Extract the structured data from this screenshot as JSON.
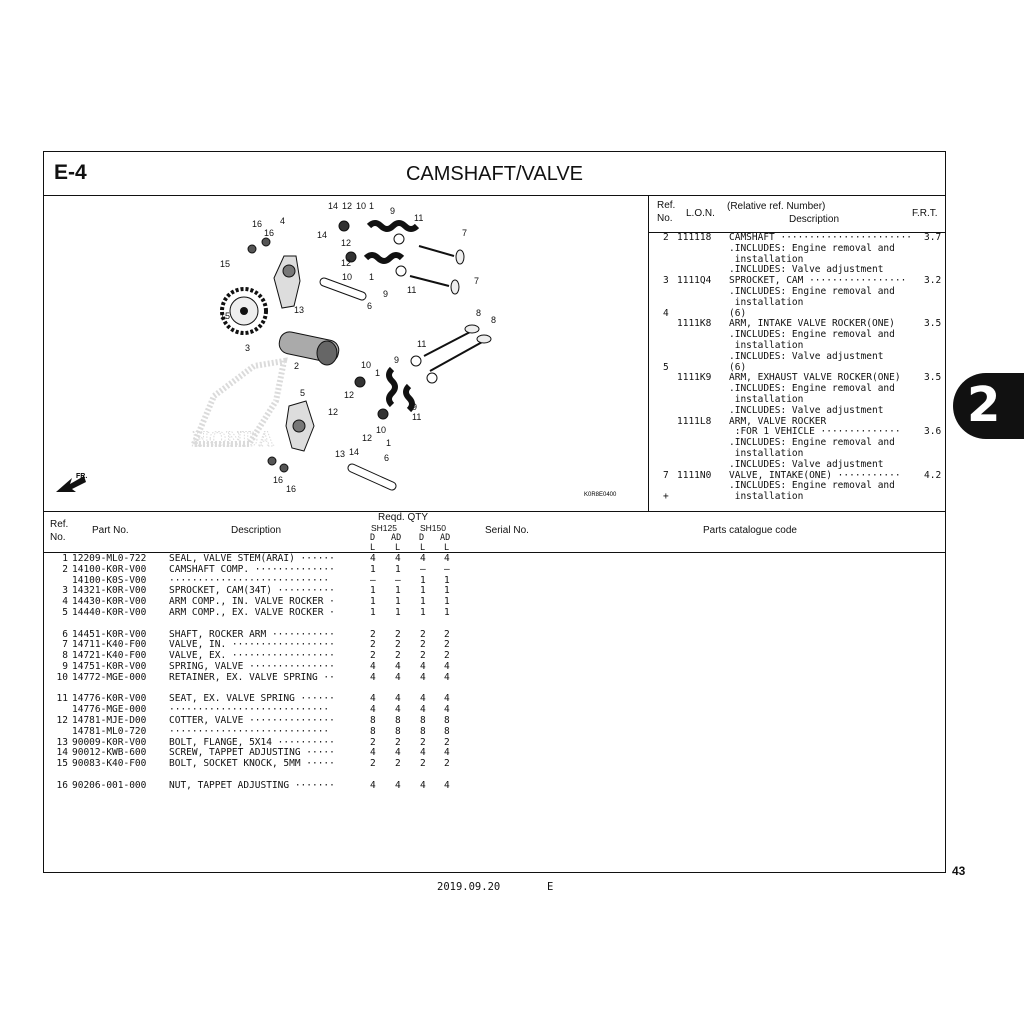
{
  "header": {
    "section": "E-4",
    "title": "CAMSHAFT/VALVE"
  },
  "illustration": {
    "code": "K0R8E0400",
    "direction_label": "FR.",
    "callouts": [
      "14",
      "12",
      "10",
      "1",
      "9",
      "11",
      "7",
      "16",
      "16",
      "4",
      "14",
      "12",
      "12",
      "10",
      "1",
      "9",
      "11",
      "7",
      "15",
      "6",
      "15",
      "13",
      "3",
      "2",
      "8",
      "8",
      "11",
      "9",
      "10",
      "1",
      "12",
      "5",
      "12",
      "9",
      "11",
      "13",
      "14",
      "12",
      "10",
      "1",
      "6",
      "16",
      "16"
    ]
  },
  "lon_table": {
    "headers": {
      "ref": "Ref.",
      "no": "No.",
      "lon": "L.O.N.",
      "rel": "(Relative ref. Number)",
      "desc": "Description",
      "frt": "F.R.T."
    },
    "rows": [
      {
        "ref": "2",
        "lon": "111118",
        "desc": "CAMSHAFT ·······················",
        "frt": "3.7"
      },
      {
        "ref": "",
        "lon": "",
        "desc": ".INCLUDES: Engine removal and",
        "frt": ""
      },
      {
        "ref": "",
        "lon": "",
        "desc": " installation",
        "frt": ""
      },
      {
        "ref": "",
        "lon": "",
        "desc": ".INCLUDES: Valve adjustment",
        "frt": ""
      },
      {
        "ref": "3",
        "lon": "1111Q4",
        "desc": "SPROCKET, CAM ·················",
        "frt": "3.2"
      },
      {
        "ref": "",
        "lon": "",
        "desc": ".INCLUDES: Engine removal and",
        "frt": ""
      },
      {
        "ref": "",
        "lon": "",
        "desc": " installation",
        "frt": ""
      },
      {
        "ref": "4",
        "lon": "",
        "desc": "(6)",
        "frt": ""
      },
      {
        "ref": "",
        "lon": "1111K8",
        "desc": "ARM, INTAKE VALVE ROCKER(ONE)",
        "frt": "3.5"
      },
      {
        "ref": "",
        "lon": "",
        "desc": ".INCLUDES: Engine removal and",
        "frt": ""
      },
      {
        "ref": "",
        "lon": "",
        "desc": " installation",
        "frt": ""
      },
      {
        "ref": "",
        "lon": "",
        "desc": ".INCLUDES: Valve adjustment",
        "frt": ""
      },
      {
        "ref": "5",
        "lon": "",
        "desc": "(6)",
        "frt": ""
      },
      {
        "ref": "",
        "lon": "1111K9",
        "desc": "ARM, EXHAUST VALVE ROCKER(ONE)",
        "frt": "3.5"
      },
      {
        "ref": "",
        "lon": "",
        "desc": ".INCLUDES: Engine removal and",
        "frt": ""
      },
      {
        "ref": "",
        "lon": "",
        "desc": " installation",
        "frt": ""
      },
      {
        "ref": "",
        "lon": "",
        "desc": ".INCLUDES: Valve adjustment",
        "frt": ""
      },
      {
        "ref": "",
        "lon": "1111L8",
        "desc": "ARM, VALVE ROCKER",
        "frt": ""
      },
      {
        "ref": "",
        "lon": "",
        "desc": " :FOR 1 VEHICLE ··············",
        "frt": "3.6"
      },
      {
        "ref": "",
        "lon": "",
        "desc": ".INCLUDES: Engine removal and",
        "frt": ""
      },
      {
        "ref": "",
        "lon": "",
        "desc": " installation",
        "frt": ""
      },
      {
        "ref": "",
        "lon": "",
        "desc": ".INCLUDES: Valve adjustment",
        "frt": ""
      },
      {
        "ref": "7",
        "lon": "1111N0",
        "desc": "VALVE, INTAKE(ONE) ···········",
        "frt": "4.2"
      },
      {
        "ref": "",
        "lon": "",
        "desc": ".INCLUDES: Engine removal and",
        "frt": ""
      },
      {
        "ref": "+",
        "lon": "",
        "desc": " installation",
        "frt": ""
      }
    ]
  },
  "parts_table": {
    "headers": {
      "ref": "Ref.",
      "no": "No.",
      "part_no": "Part No.",
      "desc": "Description",
      "reqd": "Reqd.  QTY",
      "sh125": "SH125",
      "sh150": "SH150",
      "d1": "D",
      "ad1": "AD",
      "d2": "D",
      "ad2": "AD",
      "l1": "L",
      "l2": "L",
      "l3": "L",
      "l4": "L",
      "serial": "Serial No.",
      "catalogue": "Parts catalogue code"
    },
    "groups": [
      [
        {
          "ref": "1",
          "part": "12209-ML0-722",
          "desc": "SEAL, VALVE STEM(ARAI) ······",
          "q": [
            "4",
            "4",
            "4",
            "4"
          ]
        },
        {
          "ref": "2",
          "part": "14100-K0R-V00",
          "desc": "CAMSHAFT COMP. ··············",
          "q": [
            "1",
            "1",
            "–",
            "–"
          ]
        },
        {
          "ref": "",
          "part": "14100-K0S-V00",
          "desc": "····························",
          "q": [
            "–",
            "–",
            "1",
            "1"
          ]
        },
        {
          "ref": "3",
          "part": "14321-K0R-V00",
          "desc": "SPROCKET, CAM(34T) ··········",
          "q": [
            "1",
            "1",
            "1",
            "1"
          ]
        },
        {
          "ref": "4",
          "part": "14430-K0R-V00",
          "desc": "ARM COMP., IN. VALVE ROCKER ·",
          "q": [
            "1",
            "1",
            "1",
            "1"
          ]
        },
        {
          "ref": "5",
          "part": "14440-K0R-V00",
          "desc": "ARM COMP., EX. VALVE ROCKER ·",
          "q": [
            "1",
            "1",
            "1",
            "1"
          ]
        }
      ],
      [
        {
          "ref": "6",
          "part": "14451-K0R-V00",
          "desc": "SHAFT, ROCKER ARM ···········",
          "q": [
            "2",
            "2",
            "2",
            "2"
          ]
        },
        {
          "ref": "7",
          "part": "14711-K40-F00",
          "desc": "VALVE, IN. ··················",
          "q": [
            "2",
            "2",
            "2",
            "2"
          ]
        },
        {
          "ref": "8",
          "part": "14721-K40-F00",
          "desc": "VALVE, EX. ··················",
          "q": [
            "2",
            "2",
            "2",
            "2"
          ]
        },
        {
          "ref": "9",
          "part": "14751-K0R-V00",
          "desc": "SPRING, VALVE ···············",
          "q": [
            "4",
            "4",
            "4",
            "4"
          ]
        },
        {
          "ref": "10",
          "part": "14772-MGE-000",
          "desc": "RETAINER, EX. VALVE SPRING ··",
          "q": [
            "4",
            "4",
            "4",
            "4"
          ]
        }
      ],
      [
        {
          "ref": "11",
          "part": "14776-K0R-V00",
          "desc": "SEAT, EX. VALVE SPRING ······",
          "q": [
            "4",
            "4",
            "4",
            "4"
          ]
        },
        {
          "ref": "",
          "part": "14776-MGE-000",
          "desc": "····························",
          "q": [
            "4",
            "4",
            "4",
            "4"
          ]
        },
        {
          "ref": "12",
          "part": "14781-MJE-D00",
          "desc": "COTTER, VALVE ···············",
          "q": [
            "8",
            "8",
            "8",
            "8"
          ]
        },
        {
          "ref": "",
          "part": "14781-ML0-720",
          "desc": "····························",
          "q": [
            "8",
            "8",
            "8",
            "8"
          ]
        },
        {
          "ref": "13",
          "part": "90009-K0R-V00",
          "desc": "BOLT, FLANGE, 5X14 ··········",
          "q": [
            "2",
            "2",
            "2",
            "2"
          ]
        },
        {
          "ref": "14",
          "part": "90012-KWB-600",
          "desc": "SCREW, TAPPET ADJUSTING ·····",
          "q": [
            "4",
            "4",
            "4",
            "4"
          ]
        },
        {
          "ref": "15",
          "part": "90083-K40-F00",
          "desc": "BOLT, SOCKET KNOCK, 5MM ·····",
          "q": [
            "2",
            "2",
            "2",
            "2"
          ]
        }
      ],
      [
        {
          "ref": "16",
          "part": "90206-001-000",
          "desc": "NUT, TAPPET ADJUSTING ·······",
          "q": [
            "4",
            "4",
            "4",
            "4"
          ]
        }
      ]
    ]
  },
  "side_tab": "2",
  "page_number": "43",
  "footer": {
    "date": "2019.09.20",
    "lang": "E"
  }
}
